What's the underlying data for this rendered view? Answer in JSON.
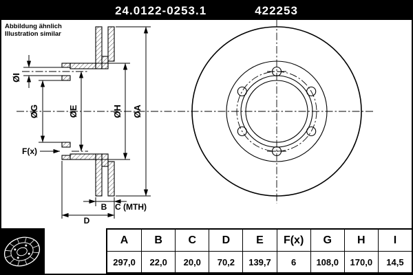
{
  "header": {
    "part_number": "24.0122-0253.1",
    "ref_number": "422253"
  },
  "note": {
    "line1": "Abbildung ähnlich",
    "line2": "Illustration similar"
  },
  "drawing": {
    "labels": {
      "dia_i": "ØI",
      "dia_g": "ØG",
      "dia_e": "ØE",
      "dia_h": "ØH",
      "dia_a": "ØA",
      "holes": "F(x)",
      "thickness": "B",
      "min_thickness": "C (MTH)",
      "height": "D"
    }
  },
  "table": {
    "headers": [
      "A",
      "B",
      "C",
      "D",
      "E",
      "F(x)",
      "G",
      "H",
      "I"
    ],
    "values": [
      "297,0",
      "22,0",
      "20,0",
      "70,2",
      "139,7",
      "6",
      "108,0",
      "170,0",
      "14,5"
    ]
  },
  "colors": {
    "ink": "#000000",
    "paper": "#ffffff",
    "bar_bg": "#000000",
    "bar_text": "#ffffff"
  }
}
